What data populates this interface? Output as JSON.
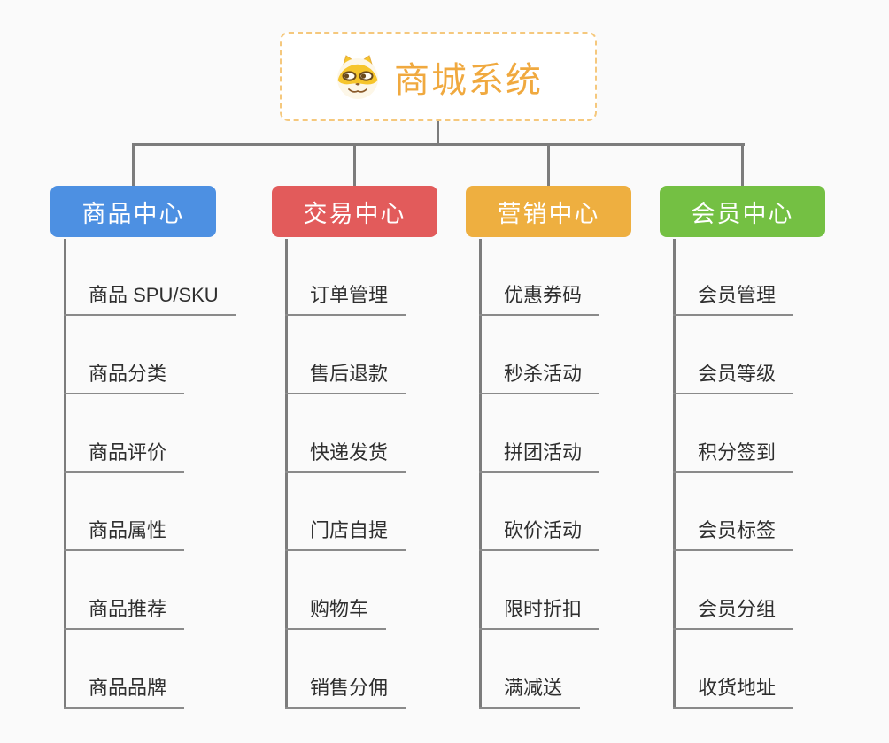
{
  "canvas": {
    "background": "#fafafa",
    "connector_color": "#7c7c7c"
  },
  "root": {
    "title": "商城系统",
    "icon": "dog-face-icon",
    "text_color": "#f0a93f",
    "border_color": "#f5c87d"
  },
  "branches": [
    {
      "id": "product-center",
      "label": "商品中心",
      "color": "#4d90e2",
      "items": [
        "商品 SPU/SKU",
        "商品分类",
        "商品评价",
        "商品属性",
        "商品推荐",
        "商品品牌"
      ]
    },
    {
      "id": "trade-center",
      "label": "交易中心",
      "color": "#e25b5b",
      "items": [
        "订单管理",
        "售后退款",
        "快递发货",
        "门店自提",
        "购物车",
        "销售分佣"
      ]
    },
    {
      "id": "marketing-center",
      "label": "营销中心",
      "color": "#eeaf40",
      "items": [
        "优惠券码",
        "秒杀活动",
        "拼团活动",
        "砍价活动",
        "限时折扣",
        "满减送"
      ]
    },
    {
      "id": "member-center",
      "label": "会员中心",
      "color": "#74c043",
      "items": [
        "会员管理",
        "会员等级",
        "积分签到",
        "会员标签",
        "会员分组",
        "收货地址"
      ]
    }
  ]
}
